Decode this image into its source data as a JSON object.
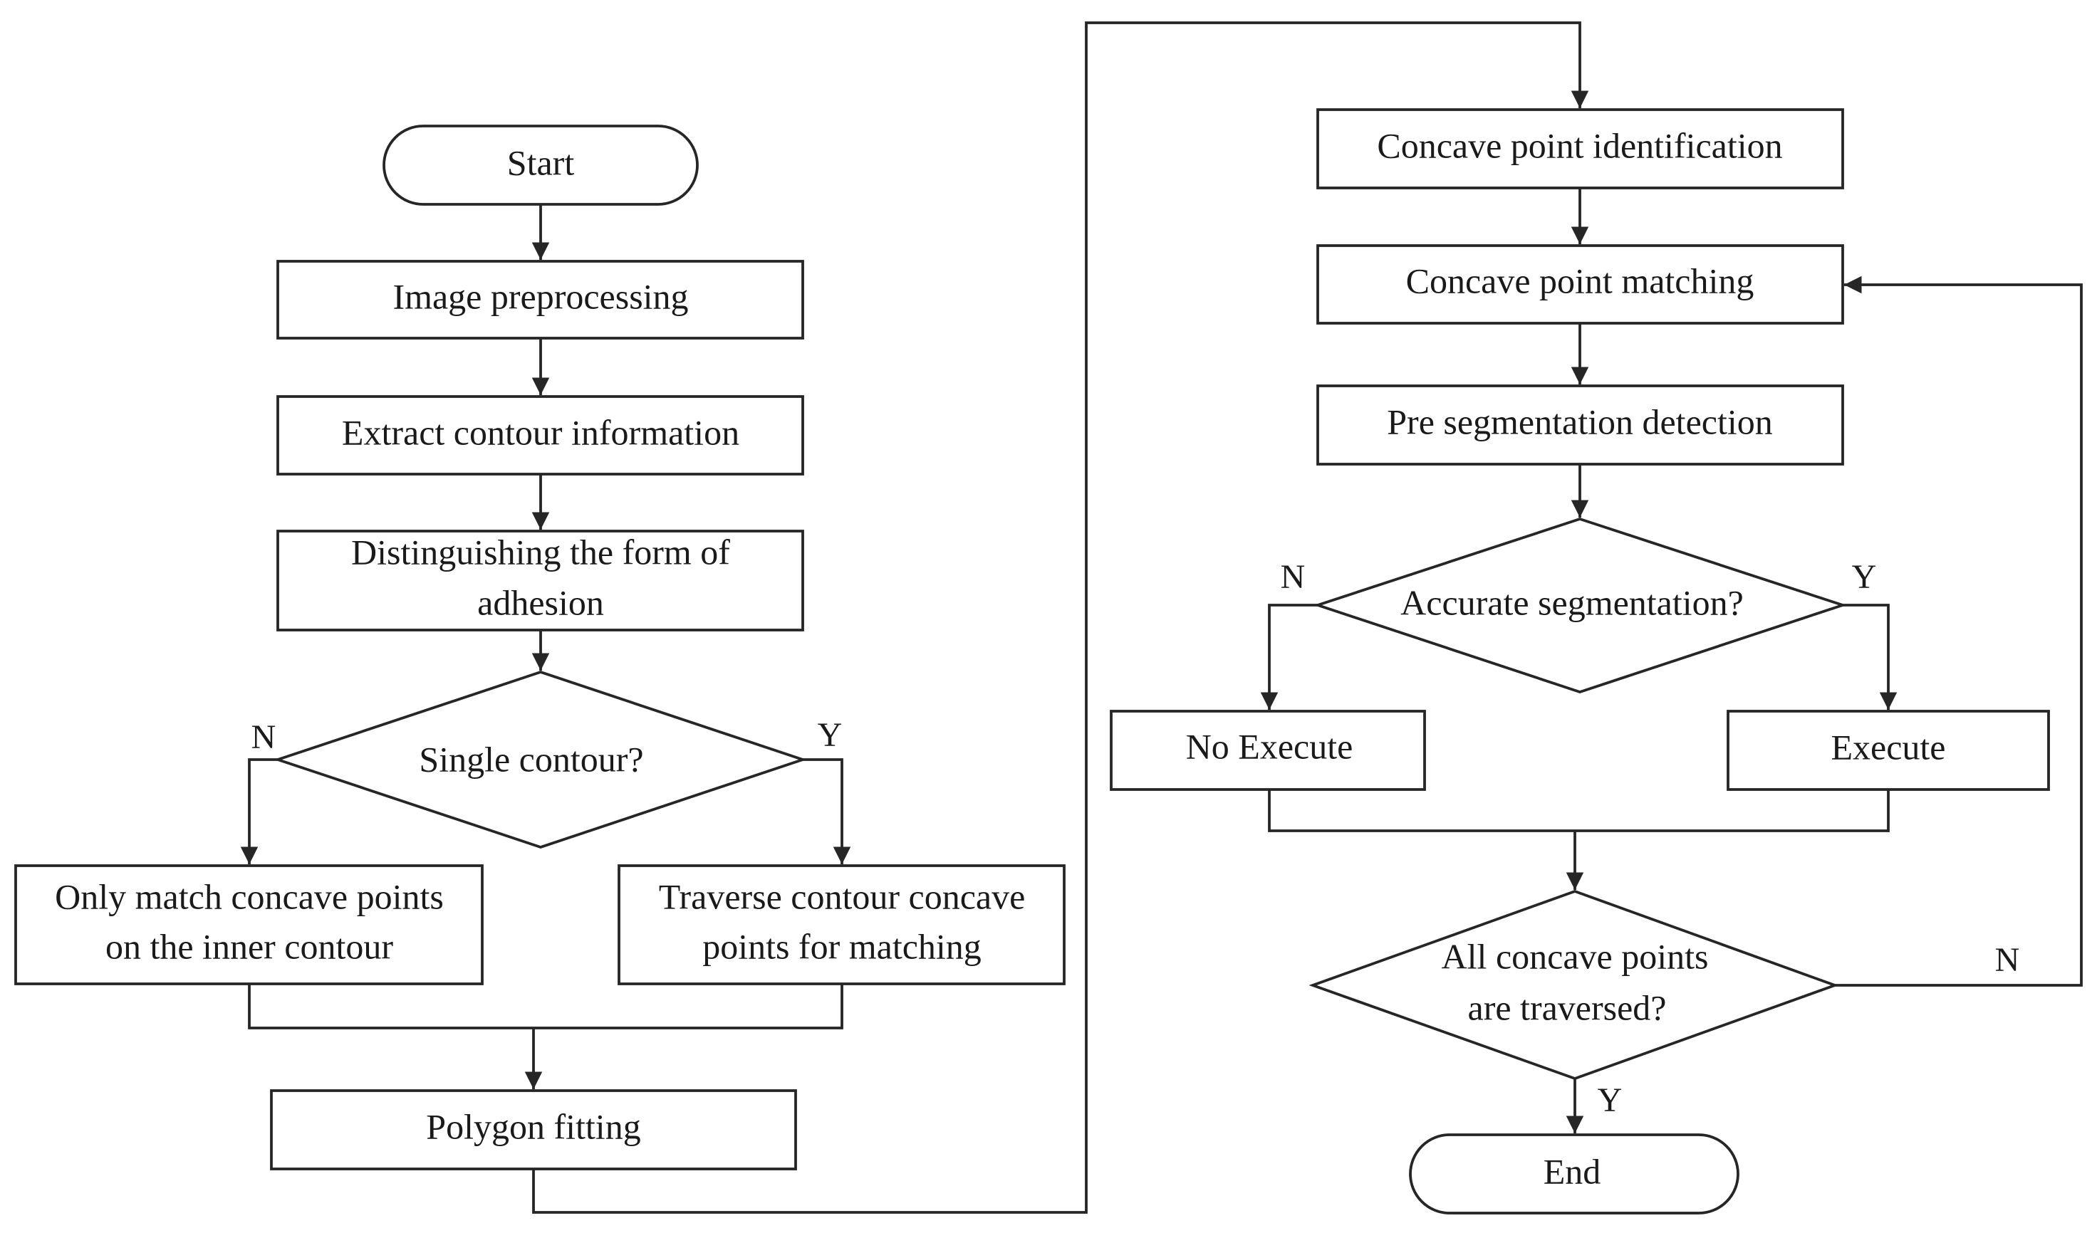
{
  "nodes": {
    "start": "Start",
    "image_preprocessing": "Image preprocessing",
    "extract_contour": "Extract contour information",
    "distinguish_line1": "Distinguishing the form of",
    "distinguish_line2": "adhesion",
    "single_contour": "Single contour?",
    "only_match_line1": "Only match concave points",
    "only_match_line2": "on the inner contour",
    "traverse_line1": "Traverse contour concave",
    "traverse_line2": "points for matching",
    "polygon_fitting": "Polygon fitting",
    "concave_identification": "Concave point identification",
    "concave_matching": "Concave point matching",
    "pre_segmentation": "Pre segmentation detection",
    "accurate_segmentation": "Accurate segmentation?",
    "no_execute": "No Execute",
    "execute": "Execute",
    "all_traversed_line1": "All concave points",
    "all_traversed_line2": "are traversed?",
    "end": "End"
  },
  "branch_labels": {
    "single_contour_no": "N",
    "single_contour_yes": "Y",
    "accurate_no": "N",
    "accurate_yes": "Y",
    "all_traversed_no": "N",
    "all_traversed_yes": "Y"
  }
}
